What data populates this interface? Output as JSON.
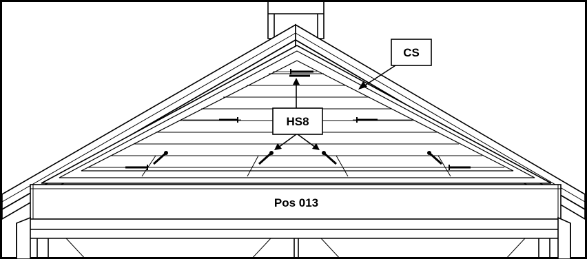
{
  "callouts": {
    "cs": "CS",
    "hs8": "HS8"
  },
  "beam_label": "Pos 013",
  "colors": {
    "line": "#000000",
    "background": "#ffffff",
    "frame": "#000000"
  }
}
